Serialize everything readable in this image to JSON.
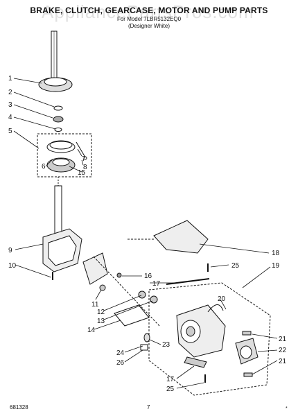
{
  "title": "BRAKE, CLUTCH, GEARCASE, MOTOR AND PUMP PARTS",
  "subtitle_model": "For Model 7LBR5132EQ0",
  "subtitle_color": "(Designer White)",
  "watermark": "AppliancePartsPros.com",
  "footer": {
    "doc_number": "681328",
    "page_number": "7",
    "corner_mark": "*"
  },
  "callouts": [
    "1",
    "2",
    "3",
    "4",
    "5",
    "6",
    "7",
    "8",
    "15",
    "9",
    "10",
    "11",
    "12",
    "13",
    "14",
    "16",
    "17",
    "18",
    "25",
    "19",
    "20",
    "21",
    "22",
    "21",
    "23",
    "24",
    "26",
    "17",
    "25"
  ]
}
